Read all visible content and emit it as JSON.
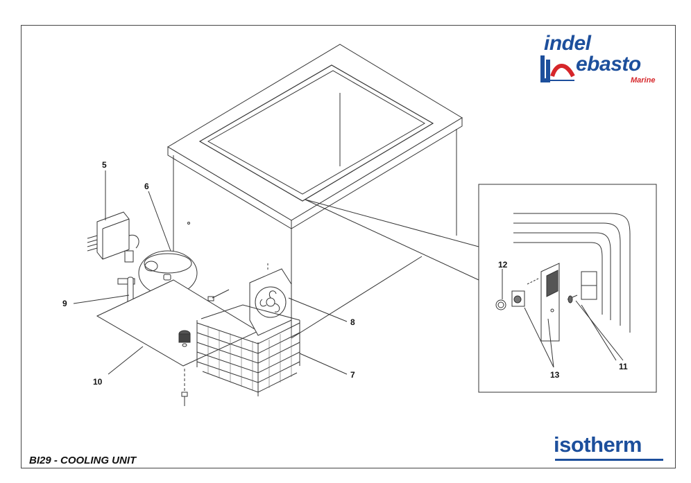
{
  "title": "BI29 - COOLING UNIT",
  "brand": {
    "logo_top_line1": "indel",
    "logo_top_line2": "ebasto",
    "logo_top_line3": "Marine",
    "logo_bottom": "isotherm",
    "primary_color": "#1d4f9c",
    "accent_color": "#d6262a"
  },
  "callouts": {
    "c5": "5",
    "c6": "6",
    "c7": "7",
    "c8": "8",
    "c9": "9",
    "c10": "10",
    "c11": "11",
    "c12": "12",
    "c13": "13"
  }
}
